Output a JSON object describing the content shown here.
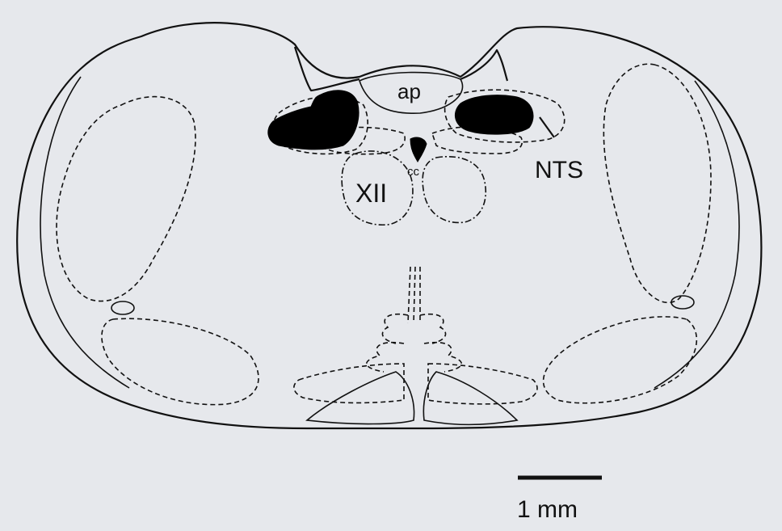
{
  "labels": {
    "ap": "ap",
    "nts": "NTS",
    "xii": "XII",
    "cc": "cc"
  },
  "scale_bar": {
    "label": "1 mm"
  },
  "colors": {
    "background": "#e6e8ec",
    "ink": "#111111",
    "lesion": "#000000"
  }
}
